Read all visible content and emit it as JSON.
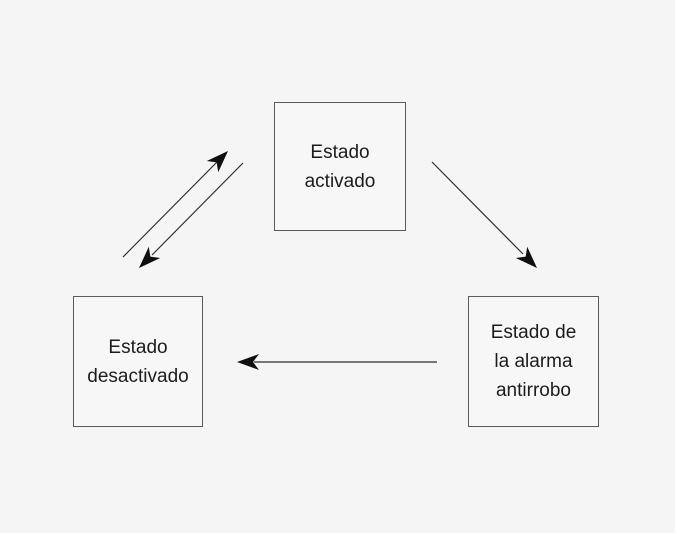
{
  "diagram": {
    "nodes": [
      {
        "id": "estado-activado",
        "label": "Estado\nactivado"
      },
      {
        "id": "estado-desactivado",
        "label": "Estado\ndesactivado"
      },
      {
        "id": "estado-alarma-antirrobo",
        "label": "Estado de\nla alarma\nantirrobo"
      }
    ],
    "edges": [
      {
        "from": "estado-desactivado",
        "to": "estado-activado"
      },
      {
        "from": "estado-activado",
        "to": "estado-desactivado"
      },
      {
        "from": "estado-activado",
        "to": "estado-alarma-antirrobo"
      },
      {
        "from": "estado-alarma-antirrobo",
        "to": "estado-desactivado"
      }
    ],
    "colors": {
      "background": "#f4f5f4",
      "node_fill": "#f6f7f6",
      "node_border": "#5a5a5c",
      "arrow": "#2e2e2e",
      "arrow_head": "#0f0f0f",
      "text": "#1c1c1c"
    }
  }
}
